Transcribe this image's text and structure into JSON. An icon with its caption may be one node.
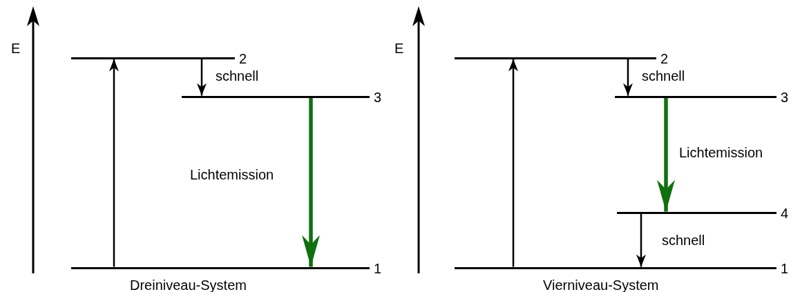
{
  "diagram": {
    "nodes": [
      {
        "text": [],
        "shape": "bar",
        "beside": [
          "2"
        ]
      },
      {
        "text": [],
        "shape": "bar",
        "beside": [
          "3"
        ]
      },
      {
        "text": [],
        "shape": "bar",
        "beside": [
          "1"
        ]
      },
      {
        "text": [],
        "shape": "bar",
        "beside": [
          "2"
        ]
      },
      {
        "text": [],
        "shape": "bar",
        "beside": [
          "3"
        ]
      },
      {
        "text": [],
        "shape": "bar",
        "beside": [
          "4"
        ]
      },
      {
        "text": [],
        "shape": "bar",
        "beside": [
          "1"
        ]
      }
    ],
    "edges": [
      {
        "from": 2,
        "to": 0,
        "arrow": "to"
      },
      {
        "from": 0,
        "to": 1,
        "arrow": "to",
        "label": "schnell"
      },
      {
        "from": 1,
        "to": 2,
        "arrow": "to",
        "label": "Lichtemission",
        "style": "thick",
        "color": "#107010"
      },
      {
        "from": 6,
        "to": 3,
        "arrow": "to"
      },
      {
        "from": 3,
        "to": 4,
        "arrow": "to",
        "label": "schnell"
      },
      {
        "from": 4,
        "to": 5,
        "arrow": "to",
        "label": "Lichtemission",
        "style": "thick",
        "color": "#107010"
      },
      {
        "from": 5,
        "to": 6,
        "arrow": "to",
        "label": "schnell"
      }
    ],
    "labels": [
      "E",
      "Dreiniveau-System",
      "E",
      "Vierniveau-System"
    ]
  }
}
